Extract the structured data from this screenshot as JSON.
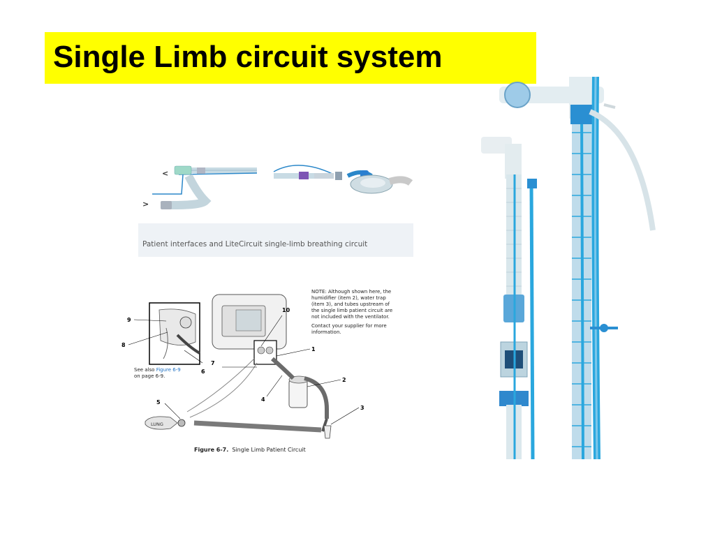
{
  "slide": {
    "title": "Single Limb circuit system",
    "title_bg": "#ffff00"
  },
  "figure_top": {
    "caption": "Patient interfaces and LiteCircuit single-limb breathing circuit",
    "markers": [
      "<",
      ">"
    ]
  },
  "figure_diagram": {
    "note_lines": [
      "NOTE: Although shown here, the humidifier (item 2), water trap (item 3), and tubes upstream of the single limb patient circuit are not included with the ventilator.",
      "Contact your supplier for more information."
    ],
    "see_also_prefix": "See also",
    "see_also_link": "Figure 6-9",
    "see_also_suffix": "on page 6-9.",
    "lung_label": "LUNG",
    "callouts": [
      "1",
      "2",
      "3",
      "4",
      "5",
      "6",
      "7",
      "8",
      "9",
      "10"
    ],
    "caption_label": "Figure 6-7.",
    "caption_text": "Single Limb Patient Circuit"
  },
  "colors": {
    "tube_blue": "#2aa7de",
    "clear_tube": "#d4e6ee"
  }
}
